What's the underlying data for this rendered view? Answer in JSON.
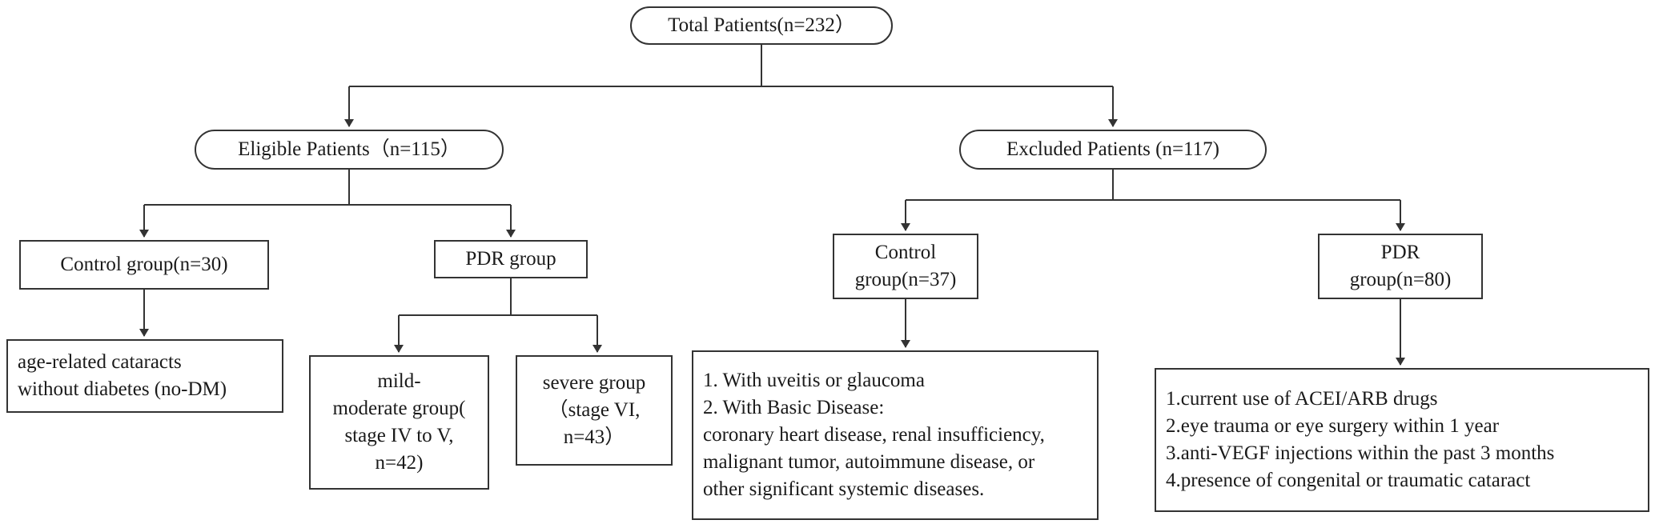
{
  "nodes": {
    "total": "Total Patients(n=232）",
    "eligible": "Eligible Patients（n=115）",
    "excluded": "Excluded Patients (n=117)",
    "eligible_control": "Control group(n=30)",
    "eligible_pdr": "PDR group",
    "no_dm": [
      "age-related cataracts",
      "without diabetes (no-DM)"
    ],
    "mild": [
      "mild-",
      "moderate group(",
      "stage IV to V,",
      "n=42)"
    ],
    "severe": [
      "severe group",
      "（stage VI,",
      "n=43）"
    ],
    "excluded_control": [
      "Control",
      "group(n=37)"
    ],
    "excluded_pdr": [
      "PDR",
      "group(n=80)"
    ],
    "control_criteria": [
      "1. With uveitis or glaucoma",
      "2. With Basic Disease:",
      "coronary heart disease, renal insufficiency,",
      " malignant tumor, autoimmune disease, or",
      "other significant systemic diseases."
    ],
    "pdr_criteria": [
      "1.current use of ACEI/ARB drugs",
      "2.eye trauma or eye surgery within 1 year",
      "3.anti-VEGF injections within the past 3 months",
      "4.presence of congenital or traumatic cataract"
    ]
  }
}
